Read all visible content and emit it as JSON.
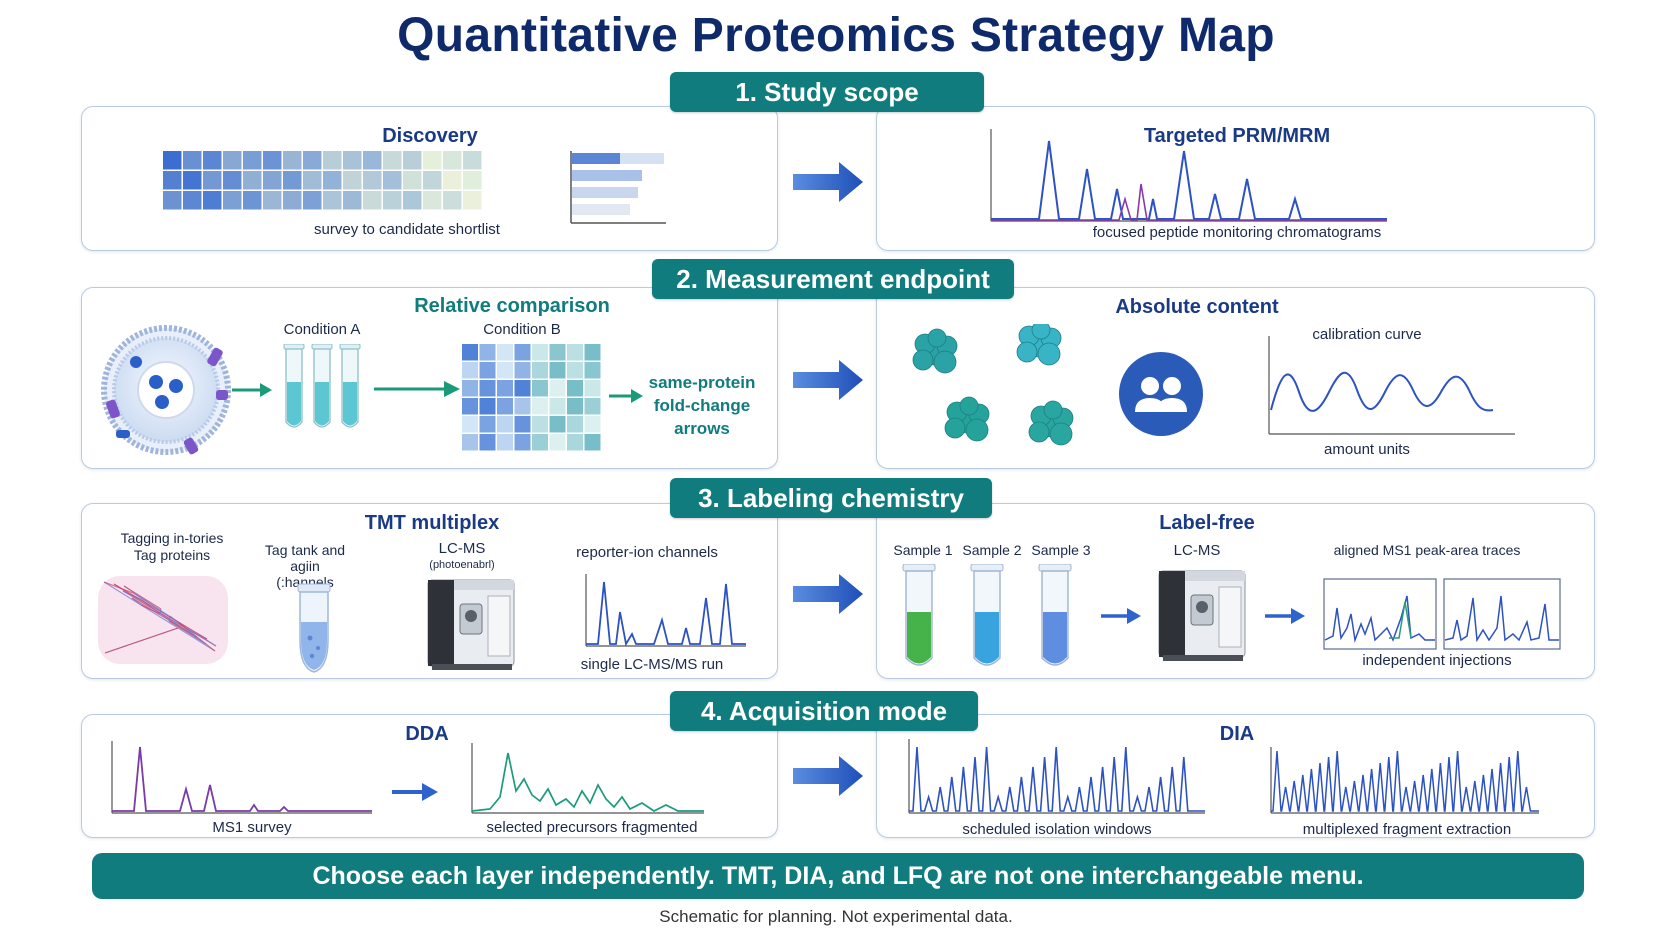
{
  "title": "Quantitative Proteomics Strategy Map",
  "sections": {
    "scope": {
      "label": "1.  Study scope",
      "left_title": "Discovery",
      "left_caption": "survey to candidate shortlist",
      "right_title": "Targeted PRM/MRM",
      "right_caption": "focused peptide monitoring chromatograms"
    },
    "endpoint": {
      "label": "2.  Measurement endpoint",
      "left_title": "Relative comparison",
      "condition_a": "Condition A",
      "condition_b": "Condition B",
      "fold_change": "same-protein fold-change arrows",
      "right_title": "Absolute content",
      "curve_title": "calibration curve",
      "curve_axis": "amount units"
    },
    "labeling": {
      "label": "3.  Labeling chemistry",
      "left_title": "TMT multiplex",
      "tag_proteins": "Tagging in-tories\nTag proteins",
      "tag_channels": "Tag tank and agiin\n(:hannels",
      "lcms": "LC-MS",
      "lcms_sub": "(photoenabrl)",
      "reporter": "reporter-ion channels",
      "single_run": "single LC-MS/MS run",
      "right_title": "Label-free",
      "sample1": "Sample 1",
      "sample2": "Sample 2",
      "sample3": "Sample 3",
      "lcms_right": "LC-MS",
      "aligned": "aligned MS1 peak-area traces",
      "independent": "independent injections"
    },
    "acquisition": {
      "label": "4.  Acquisition mode",
      "left_title": "DDA",
      "ms1_survey": "MS1 survey",
      "selected": "selected precursors fragmented",
      "right_title": "DIA",
      "scheduled": "scheduled isolation windows",
      "multiplexed": "multiplexed fragment extraction"
    }
  },
  "footer": "Choose each layer independently. TMT, DIA, and LFQ are not one interchangeable menu.",
  "note": "Schematic for planning. Not experimental data.",
  "colors": {
    "navy": "#0f2a6b",
    "teal": "#117c7e",
    "blue_arrow": "#2f63cc",
    "panel_border": "#b9cbe0"
  }
}
